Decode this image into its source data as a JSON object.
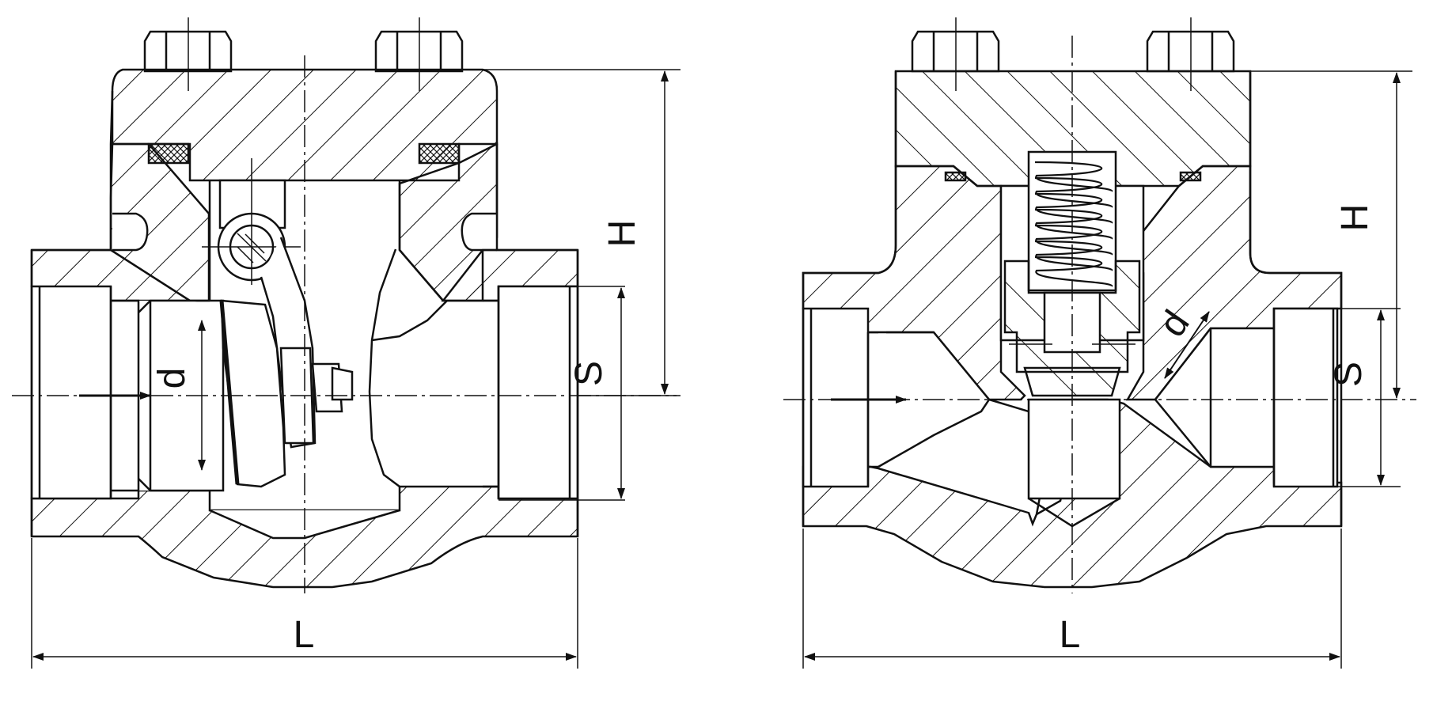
{
  "diagram": {
    "left_view": {
      "labels": {
        "length": "L",
        "height": "H",
        "socket": "S",
        "bore": "d"
      }
    },
    "right_view": {
      "labels": {
        "length": "L",
        "height": "H",
        "socket": "S",
        "bore": "d"
      }
    },
    "colors": {
      "line": "#111111",
      "background": "#ffffff"
    }
  }
}
